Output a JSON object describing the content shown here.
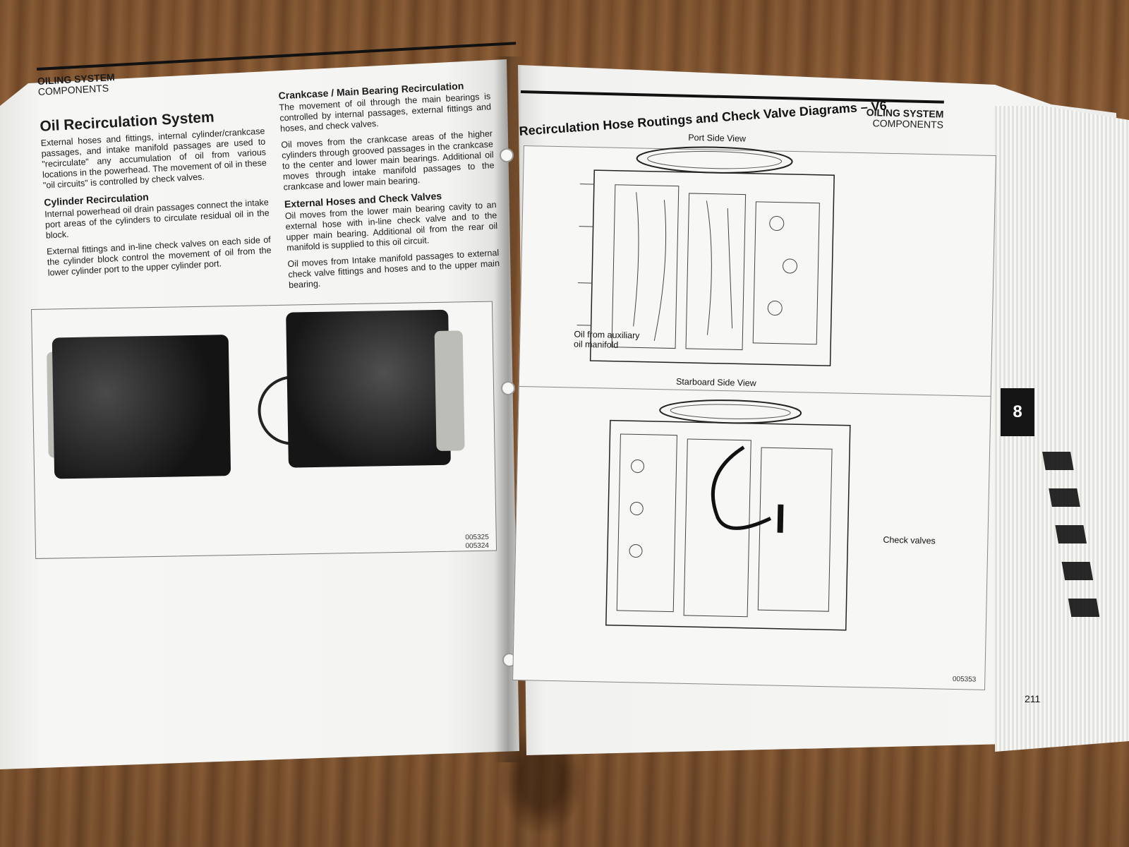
{
  "left_page": {
    "section": "OILING SYSTEM",
    "subsection": "COMPONENTS",
    "title": "Oil Recirculation System",
    "intro": "External hoses and fittings, internal cylinder/crankcase passages, and intake manifold passages are used to \"recirculate\" any accumulation of oil from various locations in the powerhead. The movement of oil in these \"oil circuits\" is controlled by check valves.",
    "cyl_heading": "Cylinder Recirculation",
    "cyl_p1": "Internal powerhead oil drain passages connect the intake port areas of the cylinders to circulate residual oil in the block.",
    "cyl_p2": "External fittings and in-line check valves on each side of the cylinder block control the movement of oil from the lower cylinder port to the upper cylinder port.",
    "crank_heading": "Crankcase / Main Bearing Recirculation",
    "crank_p1": "The movement of oil through the main bearings is controlled by internal passages, external fittings and hoses, and check valves.",
    "crank_p2": "Oil moves from the crankcase areas of the higher cylinders through grooved passages in the crankcase to the center and lower main bearings. Additional oil moves through intake manifold passages to the crankcase and lower main bearing.",
    "ext_heading": "External Hoses and Check Valves",
    "ext_p1": "Oil moves from the lower main bearing cavity to an external hose with in-line check valve and to the upper main bearing. Additional oil from the rear oil manifold is supplied to this oil circuit.",
    "ext_p2": "Oil moves from Intake manifold passages to external check valve fittings and hoses and to the upper main bearing.",
    "fig_id_1": "005325",
    "fig_id_2": "005324"
  },
  "right_page": {
    "section": "OILING SYSTEM",
    "subsection": "COMPONENTS",
    "title": "Recirculation Hose Routings and Check Valve Diagrams – V6",
    "port_view": "Port Side View",
    "starboard_view": "Starboard Side View",
    "callout_aux_1": "Oil from auxiliary",
    "callout_aux_2": "oil manifold",
    "callout_check": "Check valves",
    "fig_id": "005353",
    "page_number": "211",
    "chapter_tab": "8"
  }
}
